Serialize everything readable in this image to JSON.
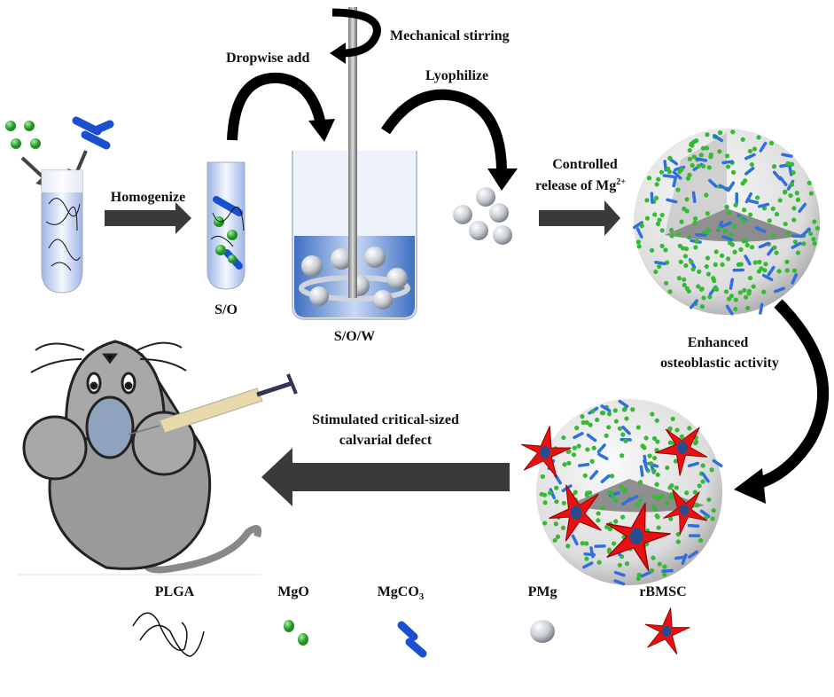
{
  "labels": {
    "homogenize": "Homogenize",
    "so": "S/O",
    "dropwise": "Dropwise add",
    "stirring": "Mechanical stirring",
    "sow": "S/O/W",
    "lyophilize": "Lyophilize",
    "release_1": "Controlled",
    "release_2": "release of Mg",
    "release_sup": "2+",
    "enhanced_1": "Enhanced",
    "enhanced_2": "osteoblastic activity",
    "defect_1": "Stimulated critical-sized",
    "defect_2": "calvarial defect"
  },
  "legend": [
    {
      "label": "PLGA",
      "icon": "polymer-chain-icon"
    },
    {
      "label": "MgO",
      "icon": "green-particle-icon"
    },
    {
      "label": "MgCO",
      "sub": "3",
      "icon": "blue-rod-icon"
    },
    {
      "label": "PMg",
      "icon": "microsphere-icon"
    },
    {
      "label": "rBMSC",
      "icon": "stem-cell-icon"
    }
  ],
  "colors": {
    "mgo": "#33bb33",
    "mgco3": "#1a4fd0",
    "cell": "#e81010",
    "arrow": "#3a3a3a"
  }
}
